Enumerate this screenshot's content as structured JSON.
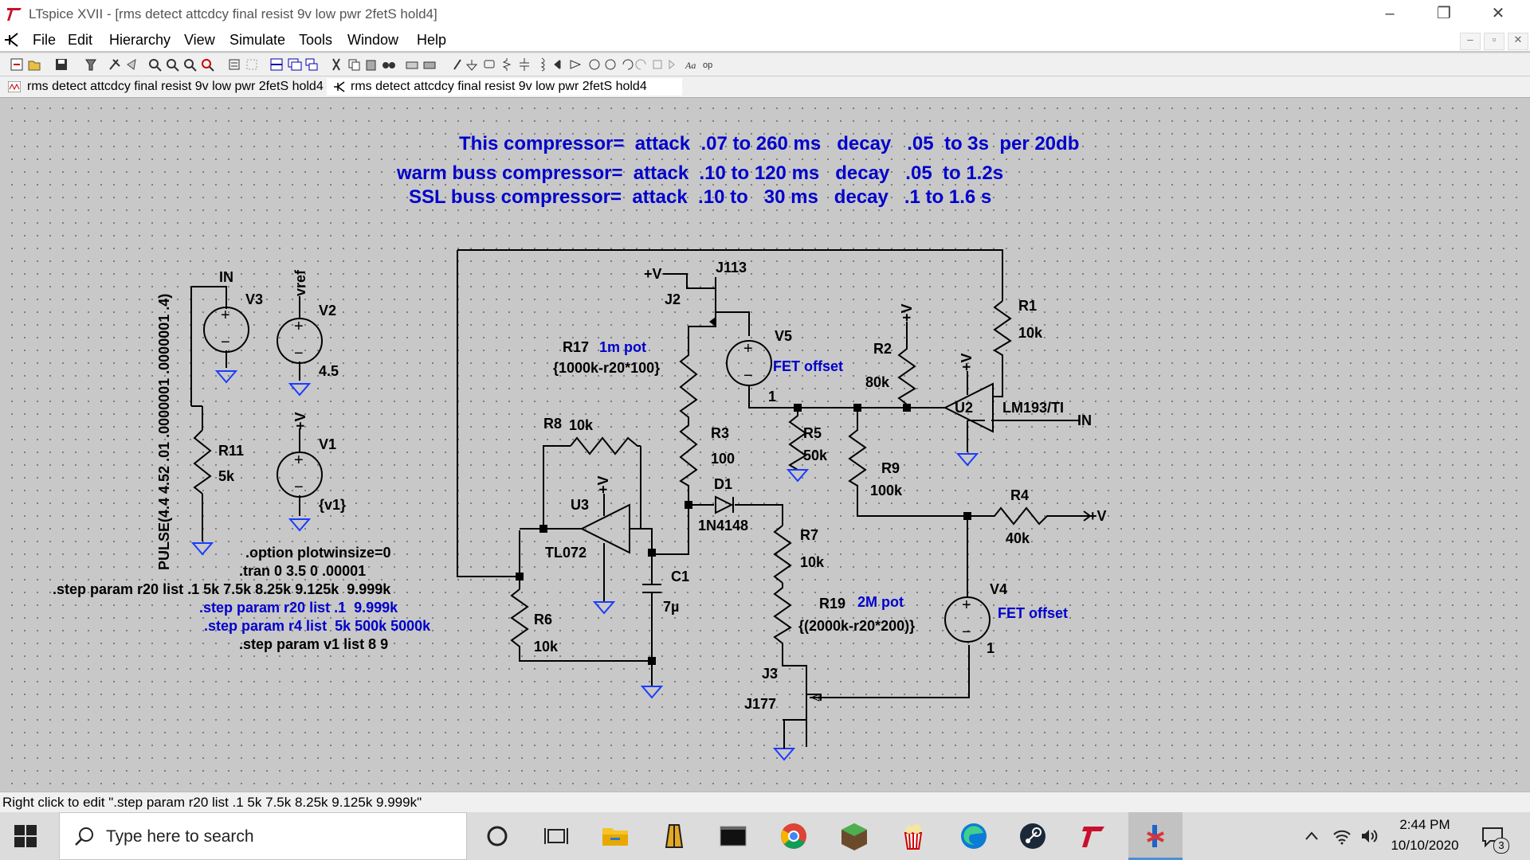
{
  "window": {
    "title": "LTspice XVII - [rms detect attcdcy final resist  9v low pwr  2fetS hold4]",
    "controls": {
      "minimize": "–",
      "restore": "❐",
      "close": "✕"
    }
  },
  "menu": {
    "items": [
      "File",
      "Edit",
      "Hierarchy",
      "View",
      "Simulate",
      "Tools",
      "Window",
      "Help"
    ],
    "mdi_controls": [
      "–",
      "▫",
      "✕"
    ]
  },
  "toolbar": {
    "icons": [
      "new-schematic-icon",
      "open-icon",
      "save-icon",
      "control-panel-icon",
      "run-icon",
      "halt-icon",
      "zoom-in-icon",
      "zoom-pan-icon",
      "zoom-out-icon",
      "zoom-fit-icon",
      "autorange-icon",
      "grid-icon",
      "tile-horizontal-icon",
      "tile-vertical-icon",
      "cascade-icon",
      "cut-icon",
      "copy-icon",
      "paste-icon",
      "find-icon",
      "print-icon",
      "print-setup-icon",
      "wire-icon",
      "ground-icon",
      "label-icon",
      "resistor-icon",
      "capacitor-icon",
      "inductor-icon",
      "diode-icon",
      "component-icon",
      "move-icon",
      "drag-icon",
      "undo-icon",
      "redo-icon",
      "rotate-icon",
      "mirror-icon",
      "text-icon",
      "spice-directive-icon"
    ]
  },
  "tabs": [
    {
      "label": "rms detect attcdcy final resist  9v low pwr  2fetS hold4",
      "icon": "waveform-icon"
    },
    {
      "label": "rms detect attcdcy final resist  9v low pwr  2fetS hold4",
      "icon": "schematic-icon"
    }
  ],
  "schematic": {
    "notes": [
      "This compressor=  attack  .07 to 260 ms   decay   .05  to 3s  per 20db",
      "warm buss compressor=  attack  .10 to 120 ms   decay   .05  to 1.2s",
      "SSL buss compressor=  attack  .10 to   30 ms   decay   .1 to 1.6 s"
    ],
    "directives": [
      ".option plotwinsize=0",
      ".tran 0 3.5 0 .00001",
      ".step param r20 list .1 5k 7.5k 8.25k 9.125k  9.999k"
    ],
    "comments": [
      ".step param r20 list .1  9.999k",
      ".step param r4 list  5k 500k 5000k"
    ],
    "directive_last": ".step param v1 list 8 9",
    "pulse_label": "PULSE(4.4 4.52 .01 .0000001 .0000001 .4)",
    "labels": {
      "in_top": "IN",
      "v3": "V3",
      "vref": "vref",
      "v2": "V2",
      "v2_val": "4.5",
      "v1": "V1",
      "v1_val": "{v1}",
      "v1_pos": "+V",
      "r11": "R11",
      "r11_val": "5k",
      "plusv_j2": "+V",
      "j113": "J113",
      "j2": "J2",
      "r17": "R17",
      "r17_note": "1m pot",
      "r17_val": "{1000k-r20*100}",
      "v5": "V5",
      "v5_note": "FET offset",
      "v5_val": "1",
      "r2_pos": "+V",
      "r2": "R2",
      "r2_val": "80k",
      "r1": "R1",
      "r1_val": "10k",
      "u2_pos": "+V",
      "u2": "U2",
      "u2_model": "LM193/TI",
      "in_right": "IN",
      "r8": "R8",
      "r8_val": "10k",
      "r3": "R3",
      "r3_val": "100",
      "r5": "R5",
      "r5_val": "50k",
      "r9": "R9",
      "r9_val": "100k",
      "u3_pos": "+V",
      "u3": "U3",
      "tl072": "TL072",
      "d1": "D1",
      "d1_model": "1N4148",
      "r4": "R4",
      "r4_val": "40k",
      "r4_plusv": "+V",
      "c1": "C1",
      "c1_val": "7µ",
      "r7": "R7",
      "r7_val": "10k",
      "r19": "R19",
      "r19_note": "2M pot",
      "r19_val": "{(2000k-r20*200)}",
      "v4": "V4",
      "v4_note": "FET offset",
      "v4_val": "1",
      "r6": "R6",
      "r6_val": "10k",
      "j3": "J3",
      "j177": "J177"
    }
  },
  "status": {
    "text": "Right click to edit \".step param r20 list .1 5k 7.5k 8.25k 9.125k  9.999k\""
  },
  "taskbar": {
    "search_placeholder": "Type here to search",
    "apps": [
      "cortana-icon",
      "task-view-icon",
      "file-explorer-icon",
      "audio-app-icon",
      "terminal-icon",
      "chrome-icon",
      "minecraft-icon",
      "popcorn-icon",
      "edge-icon",
      "steam-icon",
      "ltspice-icon",
      "audio-tool-icon"
    ],
    "time": "2:44 PM",
    "date": "10/10/2020",
    "notification_count": "3",
    "colors": {
      "chrome": "#db4437",
      "edge": "#0c7bd6",
      "steam": "#1b2838",
      "ltspice": "#c8102e",
      "explorer": "#f7c325"
    }
  }
}
